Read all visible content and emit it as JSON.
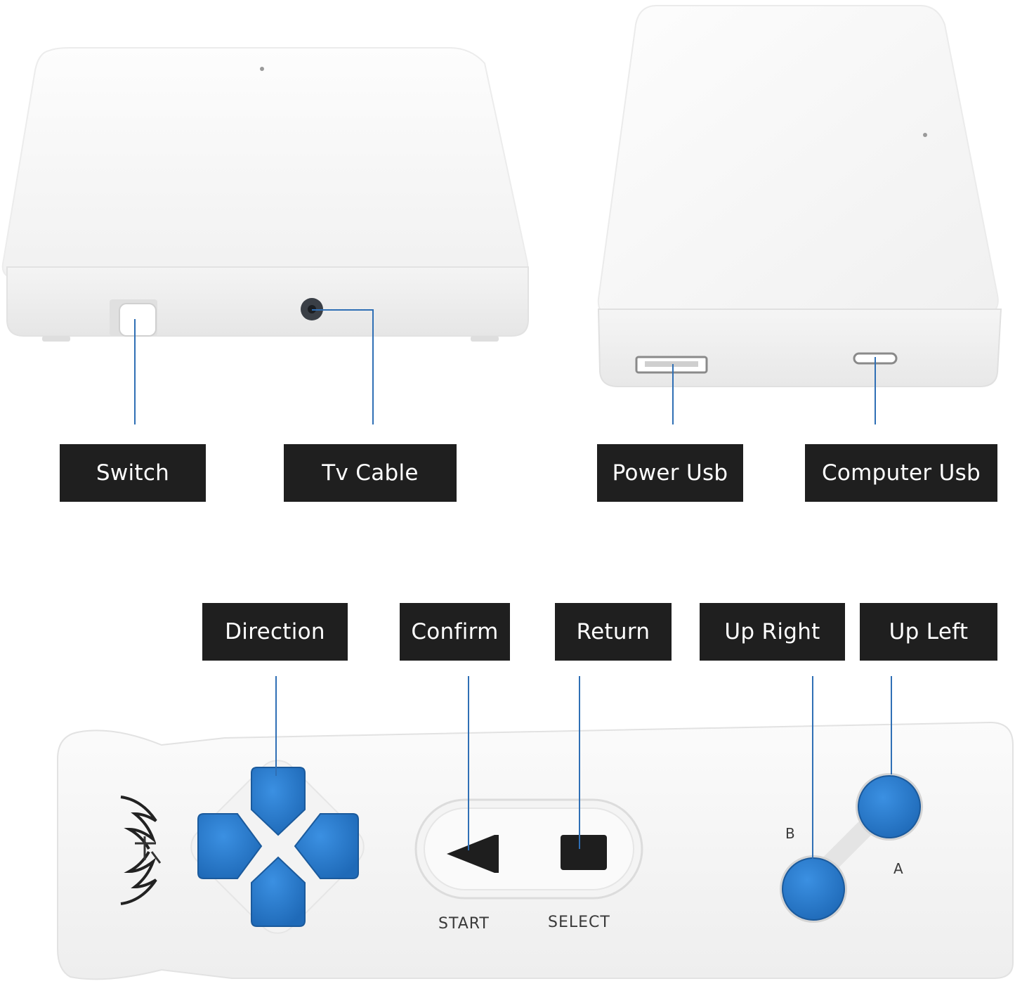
{
  "top_labels": {
    "switch": "Switch",
    "tv_cable": "Tv Cable",
    "power_usb": "Power Usb",
    "computer_usb": "Computer Usb"
  },
  "controller_labels": {
    "direction": "Direction",
    "confirm": "Confirm",
    "return": "Return",
    "up_right": "Up Right",
    "up_left": "Up Left"
  },
  "controller_print": {
    "start": "START",
    "select": "SELECT",
    "b": "B",
    "a": "A"
  },
  "colors": {
    "label_bg": "#1f1f1f",
    "leader_line": "#2f6fb5",
    "button_blue": "#2a7fd1"
  }
}
